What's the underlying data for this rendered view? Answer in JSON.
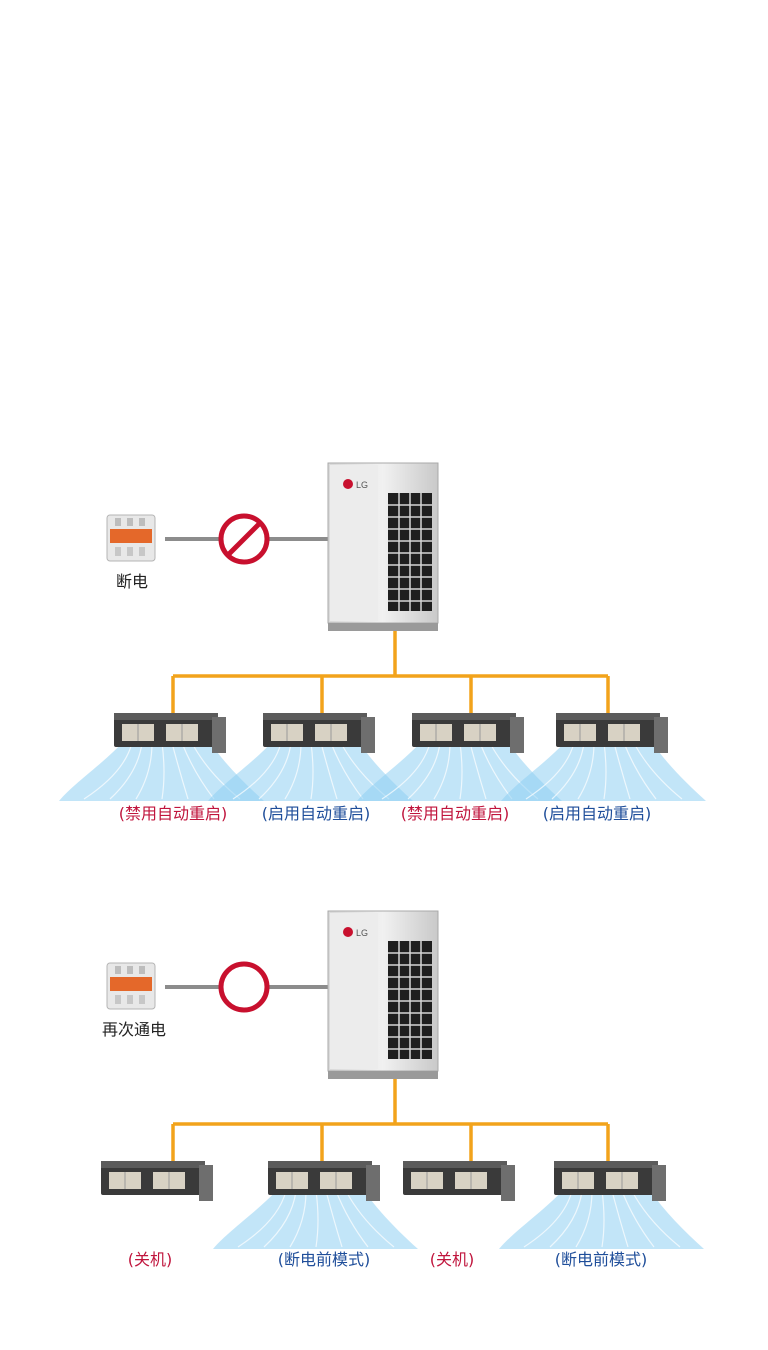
{
  "colors": {
    "wire_power": "#8c8c8c",
    "wire_signal": "#f2a31b",
    "symbol_red": "#c8102e",
    "label_red": "#c0153d",
    "label_blue": "#1f4e9a",
    "airflow": "#8fd0f2"
  },
  "scene1": {
    "breaker_label": "断电",
    "power_state_icon": "prohibited-icon",
    "outdoor_brand": "LG",
    "units": [
      {
        "label": "(禁用自动重启)",
        "tone": "red",
        "airflow": true
      },
      {
        "label": "(启用自动重启)",
        "tone": "blue",
        "airflow": true
      },
      {
        "label": "(禁用自动重启)",
        "tone": "red",
        "airflow": true
      },
      {
        "label": "(启用自动重启)",
        "tone": "blue",
        "airflow": true
      }
    ]
  },
  "scene2": {
    "breaker_label": "再次通电",
    "power_state_icon": "power-on-circle-icon",
    "outdoor_brand": "LG",
    "units": [
      {
        "label": "(关机)",
        "tone": "red",
        "airflow": false
      },
      {
        "label": "(断电前模式)",
        "tone": "blue",
        "airflow": true
      },
      {
        "label": "(关机)",
        "tone": "red",
        "airflow": false
      },
      {
        "label": "(断电前模式)",
        "tone": "blue",
        "airflow": true
      }
    ]
  }
}
